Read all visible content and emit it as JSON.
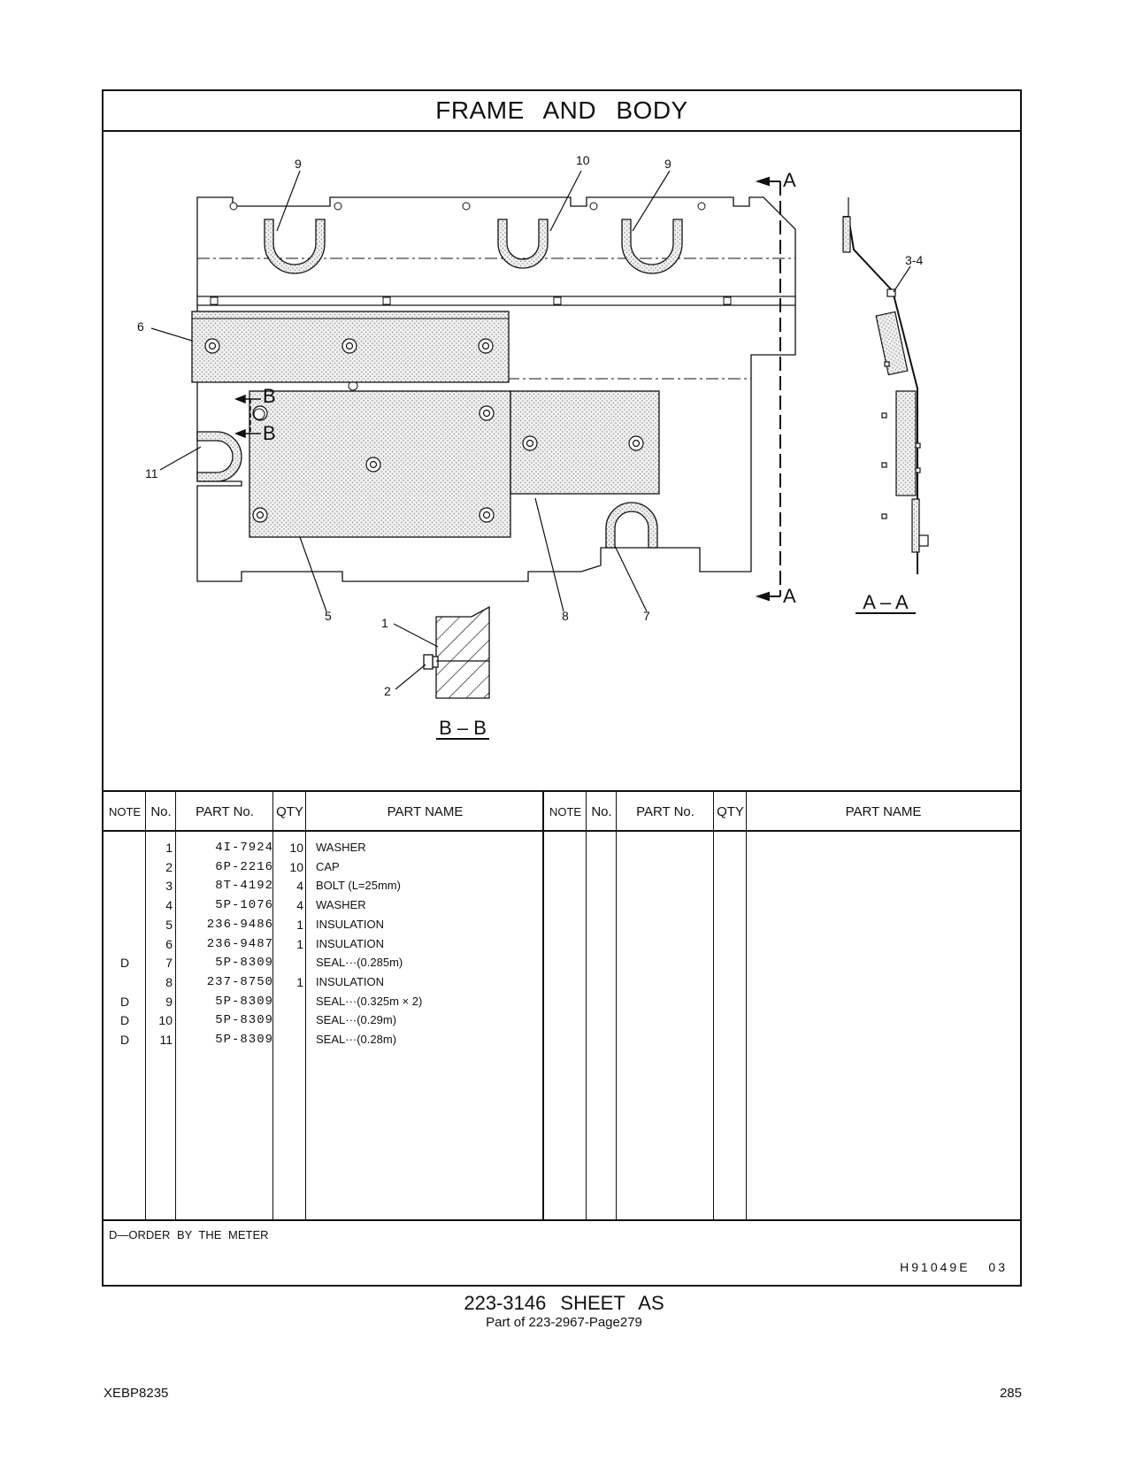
{
  "page": {
    "title": "FRAME   AND   BODY",
    "caption_main": "223-3146  SHEET  AS",
    "caption_sub": "Part of 223-2967-Page279",
    "doc_code": "XEBP8235",
    "page_number": "285"
  },
  "drawing": {
    "callouts": [
      "9",
      "10",
      "9",
      "6",
      "11",
      "5",
      "8",
      "7",
      "1",
      "2",
      "3-4"
    ],
    "section_marks": [
      "A",
      "A",
      "B",
      "B"
    ],
    "view_labels": [
      "A – A",
      "B – B"
    ]
  },
  "table": {
    "headers": [
      "NOTE",
      "No.",
      "PART No.",
      "QTY",
      "PART NAME",
      "NOTE",
      "No.",
      "PART No.",
      "QTY",
      "PART NAME"
    ],
    "rows": [
      {
        "note": "",
        "no": "1",
        "part_no": "4I-7924",
        "qty": "10",
        "name": "WASHER"
      },
      {
        "note": "",
        "no": "2",
        "part_no": "6P-2216",
        "qty": "10",
        "name": "CAP"
      },
      {
        "note": "",
        "no": "3",
        "part_no": "8T-4192",
        "qty": "4",
        "name": "BOLT (L=25mm)"
      },
      {
        "note": "",
        "no": "4",
        "part_no": "5P-1076",
        "qty": "4",
        "name": "WASHER"
      },
      {
        "note": "",
        "no": "5",
        "part_no": "236-9486",
        "qty": "1",
        "name": "INSULATION"
      },
      {
        "note": "",
        "no": "6",
        "part_no": "236-9487",
        "qty": "1",
        "name": "INSULATION"
      },
      {
        "note": "D",
        "no": "7",
        "part_no": "5P-8309",
        "qty": "",
        "name": "SEAL···(0.285m)"
      },
      {
        "note": "",
        "no": "8",
        "part_no": "237-8750",
        "qty": "1",
        "name": "INSULATION"
      },
      {
        "note": "D",
        "no": "9",
        "part_no": "5P-8309",
        "qty": "",
        "name": "SEAL···(0.325m × 2)"
      },
      {
        "note": "D",
        "no": "10",
        "part_no": "5P-8309",
        "qty": "",
        "name": "SEAL···(0.29m)"
      },
      {
        "note": "D",
        "no": "11",
        "part_no": "5P-8309",
        "qty": "",
        "name": "SEAL···(0.28m)"
      }
    ],
    "legend": "D—ORDER  BY  THE  METER",
    "drawing_code": "H91049E   03"
  }
}
